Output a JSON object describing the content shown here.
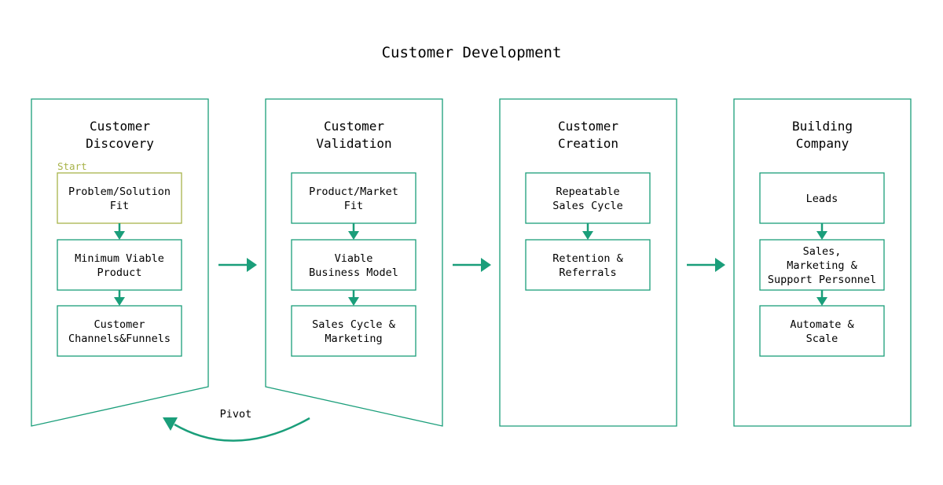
{
  "title": "Customer Development",
  "colors": {
    "accent": "#1a9e7a",
    "start_box": "#a8b34a",
    "text": "#111111"
  },
  "phases": [
    {
      "title_lines": [
        "Customer",
        "Discovery"
      ],
      "start_label": "Start",
      "steps": [
        [
          "Problem/Solution",
          "Fit"
        ],
        [
          "Minimum Viable",
          "Product"
        ],
        [
          "Customer",
          "Channels&Funnels"
        ]
      ]
    },
    {
      "title_lines": [
        "Customer",
        "Validation"
      ],
      "steps": [
        [
          "Product/Market",
          "Fit"
        ],
        [
          "Viable",
          "Business Model"
        ],
        [
          "Sales Cycle &",
          "Marketing"
        ]
      ]
    },
    {
      "title_lines": [
        "Customer",
        "Creation"
      ],
      "steps": [
        [
          "Repeatable",
          "Sales Cycle"
        ],
        [
          "Retention &",
          "Referrals"
        ]
      ]
    },
    {
      "title_lines": [
        "Building",
        "Company"
      ],
      "steps": [
        [
          "Leads"
        ],
        [
          "Sales,",
          "Marketing &",
          "Support Personnel"
        ],
        [
          "Automate &",
          "Scale"
        ]
      ]
    }
  ],
  "pivot_label": "Pivot"
}
